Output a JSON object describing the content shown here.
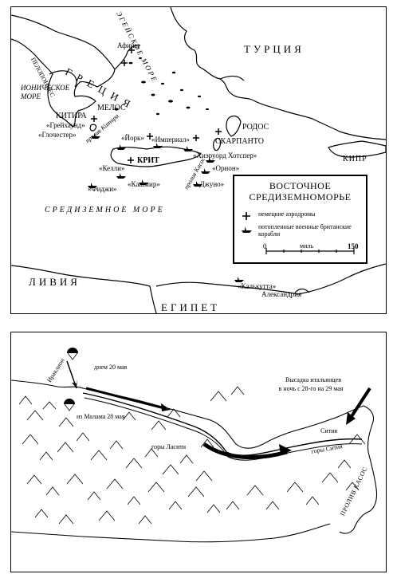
{
  "map1": {
    "regions": {
      "turkey": "ТУРЦИЯ",
      "greece": "ГРЕЦИЯ",
      "peloponnese": "ПЕЛОПОННЕС",
      "crete": "КРИТ",
      "cyprus": "КИПР",
      "libya": "ЛИВИЯ",
      "egypt": "ЕГИПЕТ"
    },
    "seas": {
      "aegean": "ЭГЕЙСКОЕ МОРЕ",
      "ionian": "ИОНИЧЕСКОЕ МОРЕ",
      "mediterranean": "СРЕДИЗЕМНОЕ МОРЕ"
    },
    "straits": {
      "kythira": "пролив Китира",
      "kasos": "пролив Касос"
    },
    "places": {
      "athens": "Афины",
      "kythira": "КИТИРА",
      "melos": "МЕЛОС",
      "rhodes": "РОДОС",
      "scarpanto": "СКАРПАНТО",
      "alexandria": "Александрия"
    },
    "ships": {
      "greyhound": "«Грейхаунд»",
      "gloucester": "«Глочестер»",
      "york": "«Йорк»",
      "imperial": "«Империал»",
      "hereward": "«Хиэруорд Хотспер»",
      "orion": "«Орион»",
      "kelly": "«Келли»",
      "fiji": "«Фиджи»",
      "kashmir": "«Кашмир»",
      "juno": "«Джуно»",
      "calcutta": "«Калькутта»"
    },
    "legend": {
      "title": "ВОСТОЧНОЕ СРЕДИЗЕМНОМОРЬЕ",
      "airfields": "немецкие аэродромы",
      "sunk": "потопленные военные британские корабли",
      "scale_start": "0",
      "scale_unit": "миль",
      "scale_end": "150"
    }
  },
  "map2": {
    "labels": {
      "heraklion": "Ираклион",
      "day20": "днем 20 мая",
      "malama": "из Малама 28 мая",
      "landing_line1": "Высадка итальянцев",
      "landing_line2": "в ночь с 28-го на 29 мая",
      "lasithi": "горы Ласити",
      "sitia_town": "Сития",
      "sitia_mts": "горы Сития",
      "kasos": "ПРОЛИВ КАСОС"
    }
  }
}
